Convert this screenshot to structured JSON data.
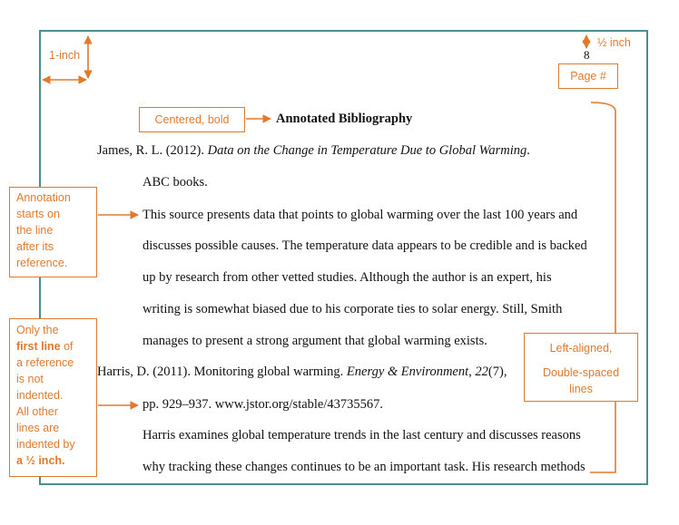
{
  "page": {
    "number": "8",
    "title": "Annotated Bibliography",
    "lines": [
      {
        "id": "l1",
        "parts": [
          {
            "text": "James, R. L. (2012). ",
            "italic": false
          },
          {
            "text": "Data on the Change in Temperature Due to Global Warming",
            "italic": true
          },
          {
            "text": ".",
            "italic": false
          }
        ]
      },
      {
        "id": "l2",
        "parts": [
          {
            "text": "ABC books.",
            "italic": false
          }
        ]
      },
      {
        "id": "l3",
        "parts": [
          {
            "text": "This source presents data that points to global warming over the last 100 years and",
            "italic": false
          }
        ]
      },
      {
        "id": "l4",
        "parts": [
          {
            "text": "discusses possible causes. The temperature data appears to be credible and is backed",
            "italic": false
          }
        ]
      },
      {
        "id": "l5",
        "parts": [
          {
            "text": "up by research from other vetted studies. Although the author is an expert, his",
            "italic": false
          }
        ]
      },
      {
        "id": "l6",
        "parts": [
          {
            "text": "writing is somewhat biased due to his corporate ties to solar energy. Still, Smith",
            "italic": false
          }
        ]
      },
      {
        "id": "l7",
        "parts": [
          {
            "text": "manages to present a strong argument that global warming exists.",
            "italic": false
          }
        ]
      },
      {
        "id": "l8",
        "parts": [
          {
            "text": "Harris, D. (2011). Monitoring global warming. ",
            "italic": false
          },
          {
            "text": "Energy & Environment",
            "italic": true
          },
          {
            "text": ", ",
            "italic": false
          },
          {
            "text": "22",
            "italic": true
          },
          {
            "text": "(7),",
            "italic": false
          }
        ]
      },
      {
        "id": "l9",
        "parts": [
          {
            "text": "pp. 929–937. www.jstor.org/stable/43735567.",
            "italic": false
          }
        ]
      },
      {
        "id": "l10",
        "parts": [
          {
            "text": "Harris examines global temperature trends in the last century and discusses reasons",
            "italic": false
          }
        ]
      },
      {
        "id": "l11",
        "parts": [
          {
            "text": "why tracking these changes continues to be an important task. His research methods",
            "italic": false
          }
        ]
      }
    ]
  },
  "annotations": {
    "one_inch": "1-inch",
    "half_inch": "½ inch",
    "page_number": "Page #",
    "centered_bold": "Centered, bold",
    "annotation_starts": [
      "Annotation",
      "starts on",
      "the line",
      "after its",
      "reference."
    ],
    "first_line": [
      [
        {
          "text": "Only the",
          "bold": false
        }
      ],
      [
        {
          "text": "first line",
          "bold": true
        },
        {
          "text": " of",
          "bold": false
        }
      ],
      [
        {
          "text": "a reference",
          "bold": false
        }
      ],
      [
        {
          "text": "is not",
          "bold": false
        }
      ],
      [
        {
          "text": "indented.",
          "bold": false
        }
      ],
      [
        {
          "text": "All other",
          "bold": false
        }
      ],
      [
        {
          "text": "lines are",
          "bold": false
        }
      ],
      [
        {
          "text": "indented by",
          "bold": false
        }
      ],
      [
        {
          "text": "a ",
          "bold": true
        },
        {
          "text": "½ inch.",
          "bold": true
        }
      ]
    ],
    "left_aligned": "Left-aligned,",
    "double_spaced": [
      "Double-spaced",
      "lines"
    ]
  },
  "colors": {
    "accent": "#e07b2e",
    "page_border": "#4a8f8f"
  }
}
